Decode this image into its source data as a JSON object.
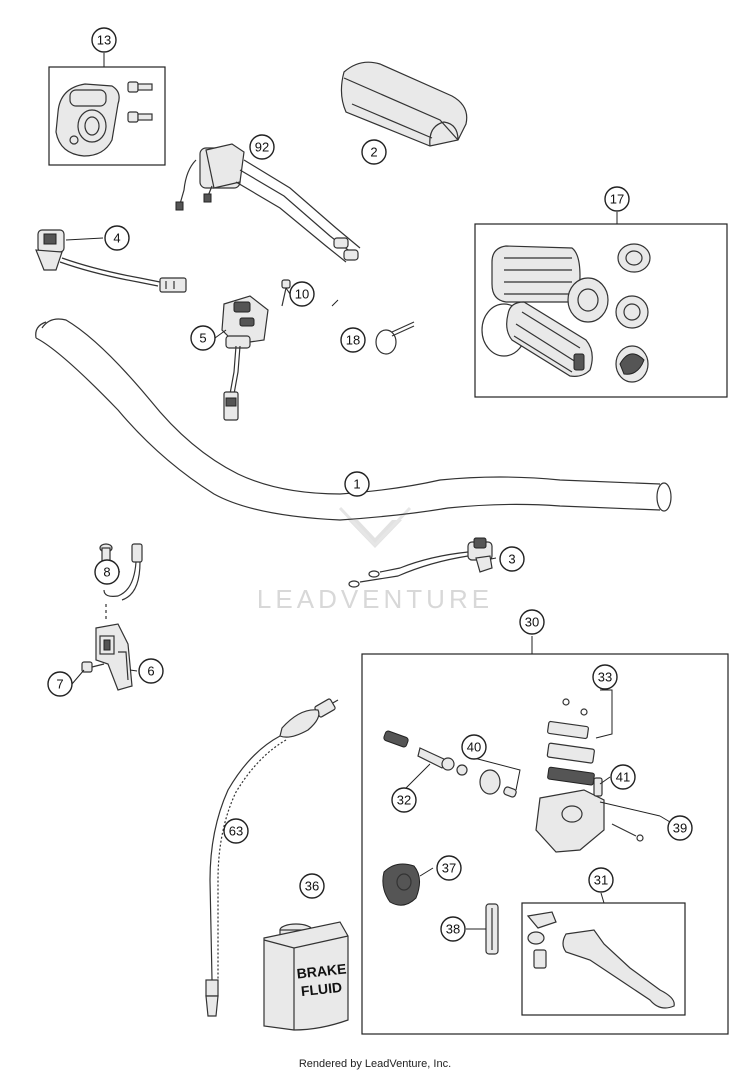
{
  "watermark": "LEADVENTURE",
  "footer": "Rendered by LeadVenture, Inc.",
  "fluid_label": {
    "line1": "BRAKE",
    "line2": "FLUID"
  },
  "callouts": [
    {
      "id": "13",
      "name": "callout-13"
    },
    {
      "id": "2",
      "name": "callout-2"
    },
    {
      "id": "92",
      "name": "callout-92"
    },
    {
      "id": "17",
      "name": "callout-17"
    },
    {
      "id": "4",
      "name": "callout-4"
    },
    {
      "id": "10",
      "name": "callout-10"
    },
    {
      "id": "5",
      "name": "callout-5"
    },
    {
      "id": "18",
      "name": "callout-18"
    },
    {
      "id": "1",
      "name": "callout-1"
    },
    {
      "id": "3",
      "name": "callout-3"
    },
    {
      "id": "8",
      "name": "callout-8"
    },
    {
      "id": "30",
      "name": "callout-30"
    },
    {
      "id": "6",
      "name": "callout-6"
    },
    {
      "id": "7",
      "name": "callout-7"
    },
    {
      "id": "33",
      "name": "callout-33"
    },
    {
      "id": "40",
      "name": "callout-40"
    },
    {
      "id": "41",
      "name": "callout-41"
    },
    {
      "id": "32",
      "name": "callout-32"
    },
    {
      "id": "39",
      "name": "callout-39"
    },
    {
      "id": "63",
      "name": "callout-63"
    },
    {
      "id": "37",
      "name": "callout-37"
    },
    {
      "id": "36",
      "name": "callout-36"
    },
    {
      "id": "31",
      "name": "callout-31"
    },
    {
      "id": "38",
      "name": "callout-38"
    }
  ]
}
